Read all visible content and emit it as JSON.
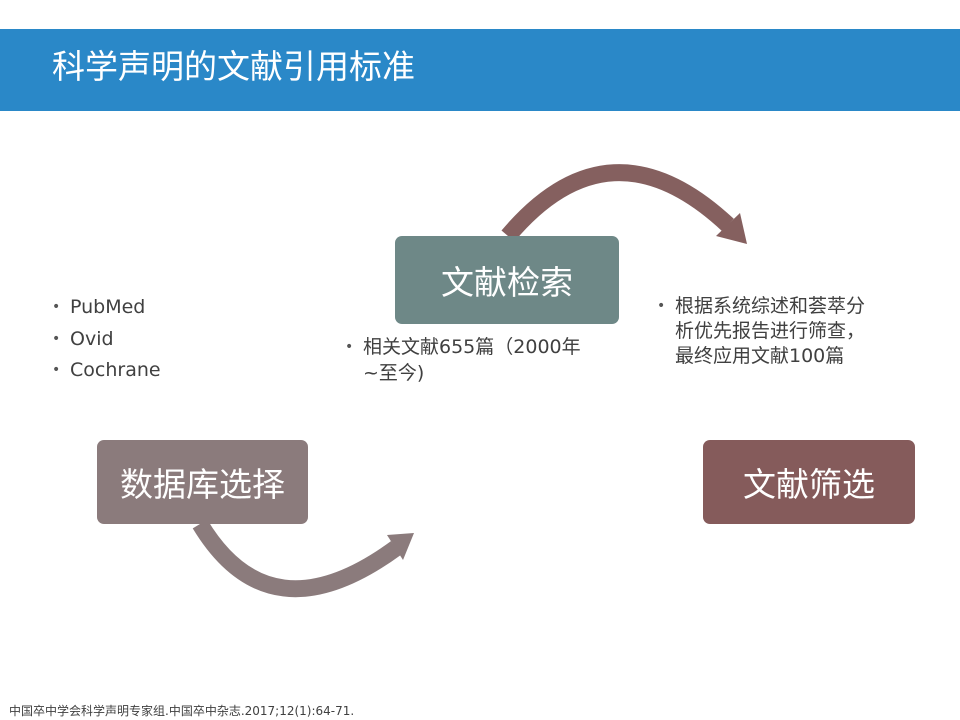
{
  "slide": {
    "title": "科学声明的文献引用标准",
    "theme_color": "#2a88c8"
  },
  "boxes": {
    "search": {
      "label": "文献检索",
      "color": "#6e8887"
    },
    "database": {
      "label": "数据库选择",
      "color": "#8b7b7c"
    },
    "screening": {
      "label": "文献筛选",
      "color": "#855b5b"
    }
  },
  "lists": {
    "databases": [
      "PubMed",
      "Ovid",
      "Cochrane"
    ],
    "search": [
      "相关文献655篇（2000年~至今)"
    ],
    "screening": [
      "根据系统综述和荟萃分析优先报告进行筛查，最终应用文献100篇"
    ]
  },
  "arrows": {
    "color_top": "#85605f",
    "color_bottom": "#8b7b7c"
  },
  "footer": {
    "citation": "中国卒中学会科学声明专家组.中国卒中杂志.2017;12(1):64-71."
  }
}
